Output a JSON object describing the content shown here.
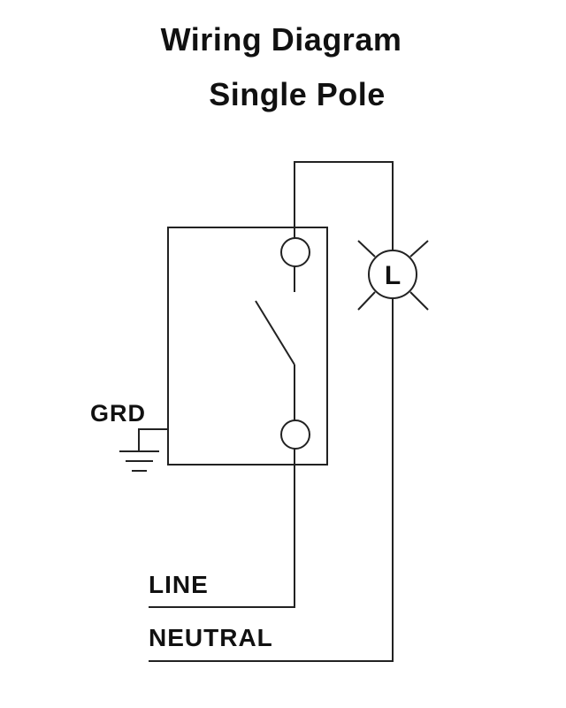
{
  "title": "Wiring Diagram",
  "subtitle": "Single Pole",
  "labels": {
    "ground": "GRD",
    "line": "LINE",
    "neutral": "NEUTRAL",
    "lamp": "L"
  },
  "colors": {
    "line_color": "#222222",
    "background": "#ffffff"
  }
}
